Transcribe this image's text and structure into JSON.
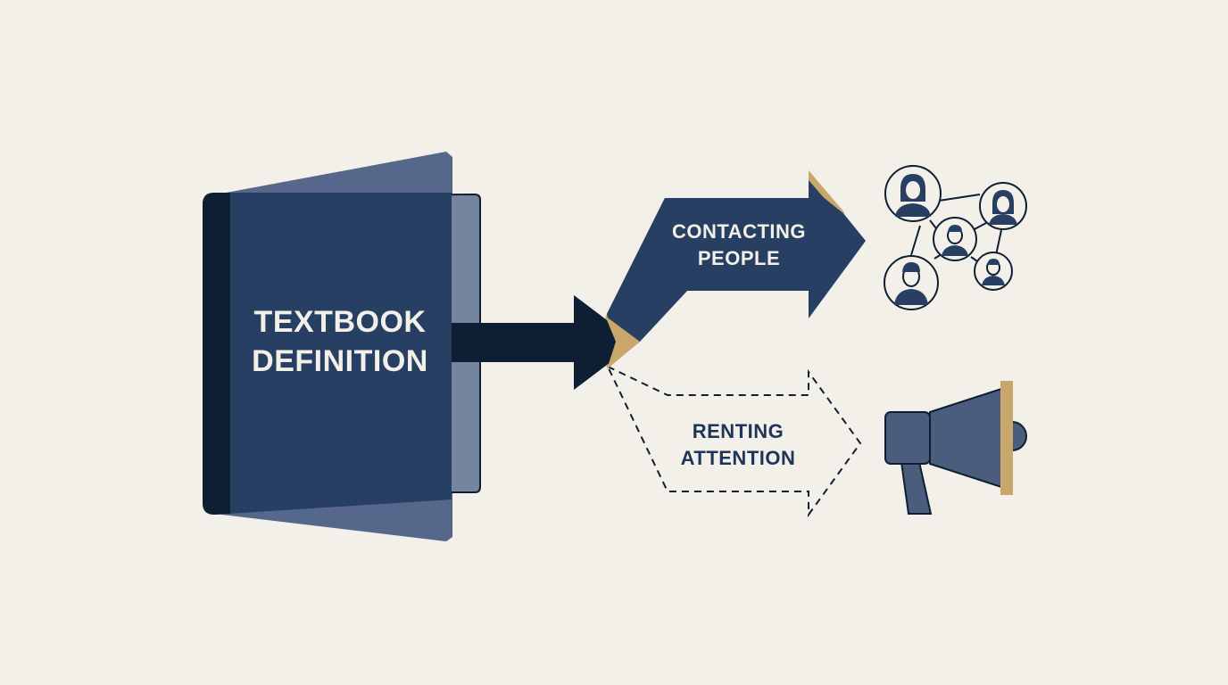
{
  "colors": {
    "background": "#f3f0e9",
    "navy": "#263f62",
    "navy_dark": "#0f1f33",
    "slate": "#4a5d7d",
    "gold": "#c9a66b",
    "light_text": "#f3f0e9"
  },
  "book": {
    "label_line1": "TEXTBOOK",
    "label_line2": "DEFINITION"
  },
  "paths": [
    {
      "id": "primary",
      "style": "solid",
      "label_line1": "CONTACTING",
      "label_line2": "PEOPLE",
      "icon": "people-network-icon"
    },
    {
      "id": "secondary",
      "style": "dashed",
      "label_line1": "RENTING",
      "label_line2": "ATTENTION",
      "icon": "megaphone-icon"
    }
  ]
}
